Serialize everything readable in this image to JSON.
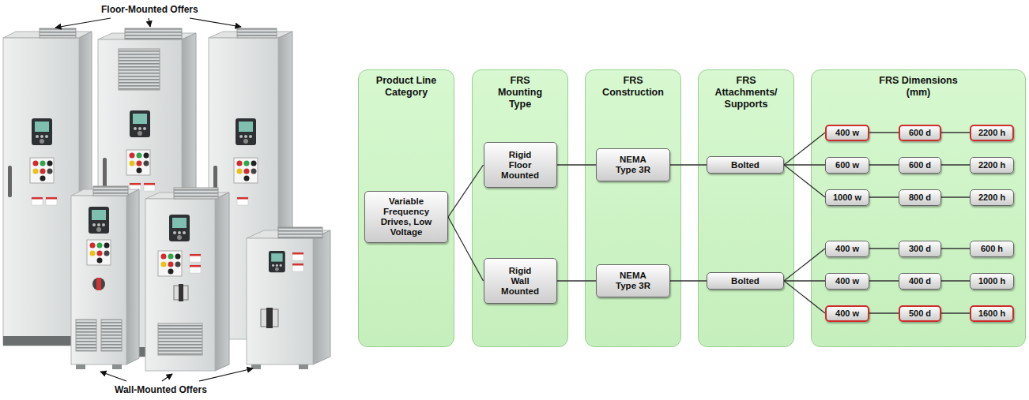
{
  "diagram": {
    "nodes": [
      {
        "text": [
          "Product Line Category"
        ]
      },
      {
        "text": [
          "Variable Frequency Drives, Low Voltage"
        ],
        "in": 0
      },
      {
        "text": [
          "FRS Mounting Type"
        ]
      },
      {
        "text": [
          "Rigid Floor Mounted"
        ],
        "in": 2
      },
      {
        "text": [
          "Rigid Wall Mounted"
        ],
        "in": 2
      },
      {
        "text": [
          "FRS Construction"
        ]
      },
      {
        "text": [
          "NEMA Type 3R"
        ],
        "in": 5
      },
      {
        "text": [
          "NEMA Type 3R"
        ],
        "in": 5
      },
      {
        "text": [
          "FRS Attachments/ Supports"
        ]
      },
      {
        "text": [
          "Bolted"
        ],
        "in": 8
      },
      {
        "text": [
          "Bolted"
        ],
        "in": 8
      },
      {
        "text": [
          "FRS Dimensions (mm)"
        ]
      },
      {
        "text": [
          "400 w"
        ],
        "in": 11
      },
      {
        "text": [
          "600 d"
        ],
        "in": 11
      },
      {
        "text": [
          "2200 h"
        ],
        "in": 11
      },
      {
        "text": [
          "600 w"
        ],
        "in": 11
      },
      {
        "text": [
          "600 d"
        ],
        "in": 11
      },
      {
        "text": [
          "2200 h"
        ],
        "in": 11
      },
      {
        "text": [
          "1000 w"
        ],
        "in": 11
      },
      {
        "text": [
          "800 d"
        ],
        "in": 11
      },
      {
        "text": [
          "2200 h"
        ],
        "in": 11
      },
      {
        "text": [
          "400 w"
        ],
        "in": 11
      },
      {
        "text": [
          "300 d"
        ],
        "in": 11
      },
      {
        "text": [
          "600 h"
        ],
        "in": 11
      },
      {
        "text": [
          "400 w"
        ],
        "in": 11
      },
      {
        "text": [
          "400 d"
        ],
        "in": 11
      },
      {
        "text": [
          "1000 h"
        ],
        "in": 11
      },
      {
        "text": [
          "400 w"
        ],
        "in": 11
      },
      {
        "text": [
          "500 d"
        ],
        "in": 11
      },
      {
        "text": [
          "1600 h"
        ],
        "in": 11
      }
    ],
    "edges": [
      {
        "from": 1,
        "to": 3,
        "arrow": "none"
      },
      {
        "from": 1,
        "to": 4,
        "arrow": "none"
      },
      {
        "from": 3,
        "to": 6,
        "arrow": "none"
      },
      {
        "from": 4,
        "to": 7,
        "arrow": "none"
      },
      {
        "from": 6,
        "to": 9,
        "arrow": "none"
      },
      {
        "from": 7,
        "to": 10,
        "arrow": "none"
      },
      {
        "from": 9,
        "to": 12,
        "arrow": "none"
      },
      {
        "from": 9,
        "to": 15,
        "arrow": "none"
      },
      {
        "from": 9,
        "to": 18,
        "arrow": "none"
      },
      {
        "from": 12,
        "to": 13,
        "arrow": "none"
      },
      {
        "from": 13,
        "to": 14,
        "arrow": "none"
      },
      {
        "from": 15,
        "to": 16,
        "arrow": "none"
      },
      {
        "from": 16,
        "to": 17,
        "arrow": "none"
      },
      {
        "from": 18,
        "to": 19,
        "arrow": "none"
      },
      {
        "from": 19,
        "to": 20,
        "arrow": "none"
      },
      {
        "from": 10,
        "to": 21,
        "arrow": "none"
      },
      {
        "from": 10,
        "to": 24,
        "arrow": "none"
      },
      {
        "from": 10,
        "to": 27,
        "arrow": "none"
      },
      {
        "from": 21,
        "to": 22,
        "arrow": "none"
      },
      {
        "from": 22,
        "to": 23,
        "arrow": "none"
      },
      {
        "from": 24,
        "to": 25,
        "arrow": "none"
      },
      {
        "from": 25,
        "to": 26,
        "arrow": "none"
      },
      {
        "from": 27,
        "to": 28,
        "arrow": "none"
      },
      {
        "from": 28,
        "to": 29,
        "arrow": "none"
      }
    ],
    "labels": [
      "Floor-Mounted Offers",
      "Wall-Mounted Offers"
    ]
  }
}
